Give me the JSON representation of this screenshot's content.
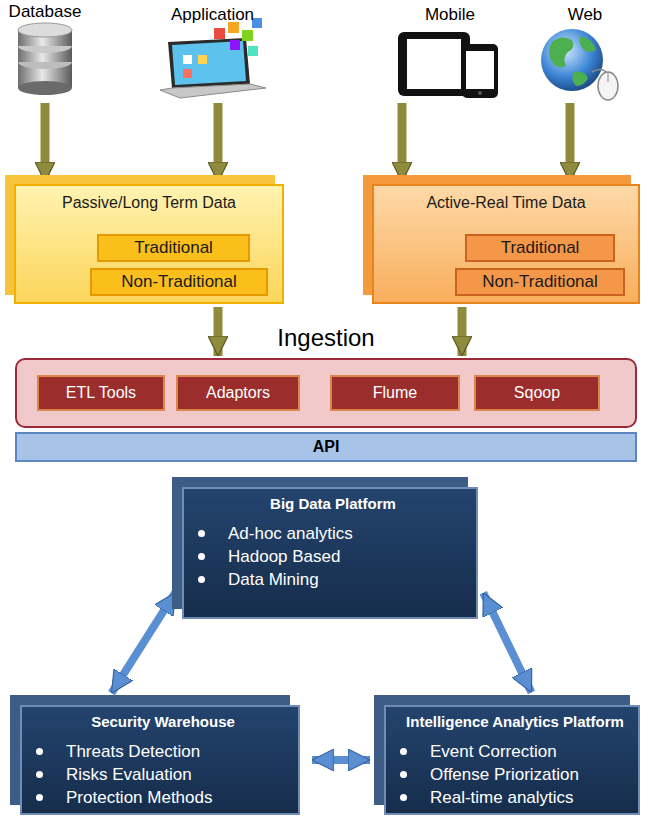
{
  "diagram": {
    "nodes": [
      {
        "text": [
          "Database"
        ]
      },
      {
        "text": [
          "Application"
        ]
      },
      {
        "text": [
          "Mobile"
        ]
      },
      {
        "text": [
          "Web"
        ]
      },
      {
        "text": [
          "Passive/Long Term Data"
        ]
      },
      {
        "text": [
          "Traditional"
        ],
        "in": 4
      },
      {
        "text": [
          "Non-Traditional"
        ],
        "in": 4
      },
      {
        "text": [
          "Active-Real Time Data"
        ]
      },
      {
        "text": [
          "Traditional"
        ],
        "in": 7
      },
      {
        "text": [
          "Non-Traditional"
        ],
        "in": 7
      },
      {
        "text": [
          "Ingestion"
        ]
      },
      {
        "text": [
          "ETL Tools"
        ],
        "in": 10
      },
      {
        "text": [
          "Adaptors"
        ],
        "in": 10
      },
      {
        "text": [
          "Flume"
        ],
        "in": 10
      },
      {
        "text": [
          "Sqoop"
        ],
        "in": 10
      },
      {
        "text": [
          "API"
        ]
      },
      {
        "text": [
          "Big Data Platform",
          "Ad-hoc analytics",
          "Hadoop Based",
          "Data Mining"
        ]
      },
      {
        "text": [
          "Security  Warehouse",
          "Threats Detection",
          "Risks Evaluation",
          "Protection  Methods"
        ]
      },
      {
        "text": [
          "Intelligence Analytics Platform",
          "Event Correction",
          "Offense Priorization",
          "Real-time analytics"
        ]
      }
    ],
    "edges": [
      {
        "from": 0,
        "to": 4,
        "arrow": "to"
      },
      {
        "from": 1,
        "to": 4,
        "arrow": "to"
      },
      {
        "from": 2,
        "to": 7,
        "arrow": "to"
      },
      {
        "from": 3,
        "to": 7,
        "arrow": "to"
      },
      {
        "from": 4,
        "to": 10,
        "arrow": "to"
      },
      {
        "from": 7,
        "to": 10,
        "arrow": "to"
      },
      {
        "from": 16,
        "to": 17,
        "arrow": "both"
      },
      {
        "from": 16,
        "to": 18,
        "arrow": "both"
      },
      {
        "from": 17,
        "to": 18,
        "arrow": "both"
      }
    ]
  }
}
